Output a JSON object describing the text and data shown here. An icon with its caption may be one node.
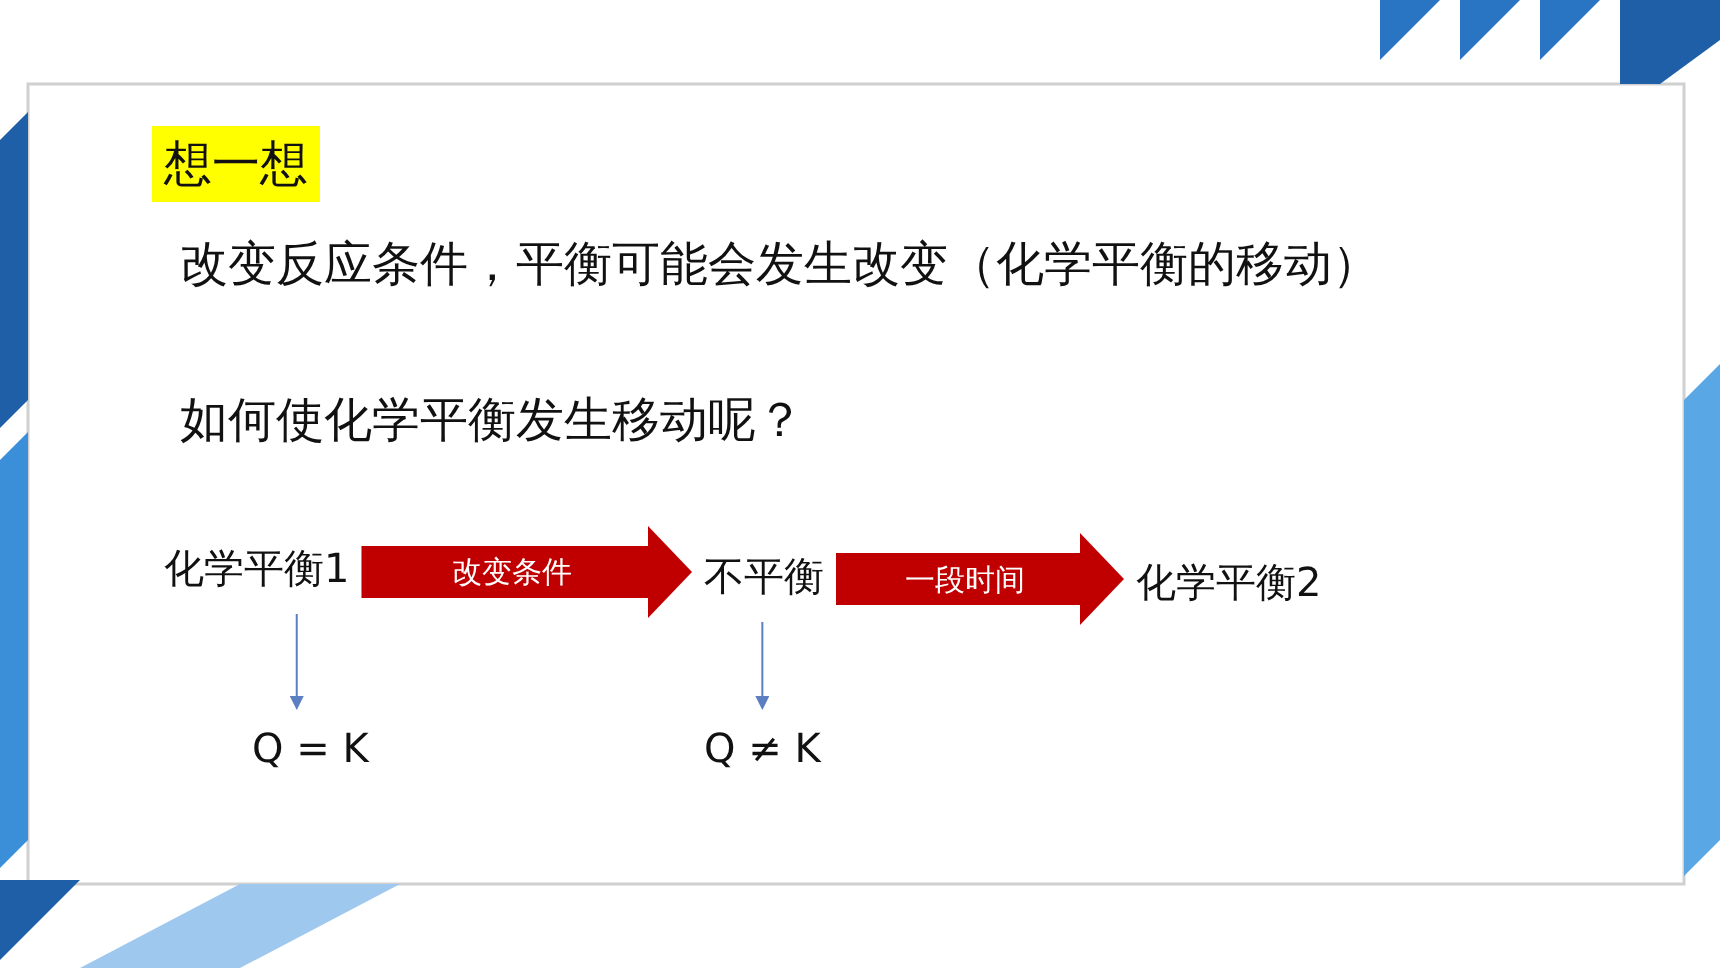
{
  "diagram": {
    "title": "想一想",
    "nodes": [
      {
        "text": [
          "化学平衡1"
        ]
      },
      {
        "text": [
          "不平衡"
        ]
      },
      {
        "text": [
          "化学平衡2"
        ]
      },
      {
        "text": [
          "Q = K"
        ]
      },
      {
        "text": [
          "Q ≠ K"
        ]
      }
    ],
    "edges": [
      {
        "from": 0,
        "to": 1,
        "arrow": "to",
        "label": "改变条件",
        "style": "thick",
        "color": "#c00000"
      },
      {
        "from": 1,
        "to": 2,
        "arrow": "to",
        "label": "一段时间",
        "style": "thick",
        "color": "#c00000"
      },
      {
        "from": 0,
        "to": 3,
        "arrow": "to",
        "color": "#5b7fc0"
      },
      {
        "from": 1,
        "to": 4,
        "arrow": "to",
        "color": "#5b7fc0"
      }
    ],
    "labels": [
      "改变反应条件，平衡可能会发生改变（化学平衡的移动）",
      "如何使化学平衡发生移动呢？"
    ]
  }
}
